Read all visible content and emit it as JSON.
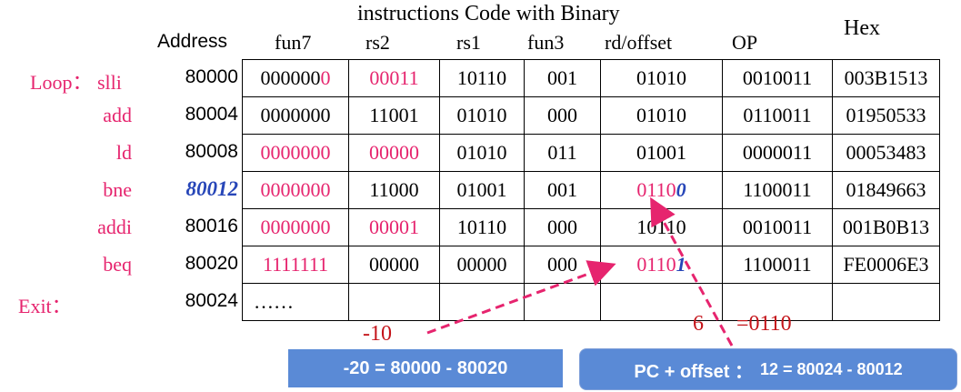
{
  "title": "instructions Code with Binary",
  "headers": {
    "address": "Address",
    "fun7": "fun7",
    "rs2": "rs2",
    "rs1": "rs1",
    "fun3": "fun3",
    "rd_offset": "rd/offset",
    "op": "OP",
    "hex": "Hex"
  },
  "rows": [
    {
      "label": "Loop： slli",
      "address": "80000",
      "fun7_a": "000000",
      "fun7_b": "0",
      "rs2": "00011",
      "rs1": "10110",
      "fun3": "001",
      "rd_a": "01010",
      "rd_b": "",
      "op": "0010011",
      "hex": "003B1513"
    },
    {
      "label": "add",
      "address": "80004",
      "fun7_a": "0000000",
      "fun7_b": "",
      "rs2": "11001",
      "rs1": "01010",
      "fun3": "000",
      "rd_a": "01010",
      "rd_b": "",
      "op": "0110011",
      "hex": "01950533"
    },
    {
      "label": "ld",
      "address": "80008",
      "fun7_a": "0000000",
      "fun7_b": "",
      "rs2": "00000",
      "rs1": "01010",
      "fun3": "011",
      "rd_a": "01001",
      "rd_b": "",
      "op": "0000011",
      "hex": "00053483"
    },
    {
      "label": "bne",
      "address": "80012",
      "fun7_a": "0000000",
      "fun7_b": "",
      "rs2": "11000",
      "rs1": "01001",
      "fun3": "001",
      "rd_a": "0110",
      "rd_b": "0",
      "op": "1100011",
      "hex": "01849663"
    },
    {
      "label": "addi",
      "address": "80016",
      "fun7_a": "0000000",
      "fun7_b": "",
      "rs2": "00001",
      "rs1": "10110",
      "fun3": "000",
      "rd_a": "10110",
      "rd_b": "",
      "op": "0010011",
      "hex": "001B0B13"
    },
    {
      "label": "beq",
      "address": "80020",
      "fun7_a": "1111111",
      "fun7_b": "",
      "rs2": "00000",
      "rs1": "00000",
      "fun3": "000",
      "rd_a": "0110",
      "rd_b": "1",
      "op": "1100011",
      "hex": "FE0006E3"
    },
    {
      "label": "Exit：",
      "address": "80024",
      "fun7_a": "……",
      "fun7_b": "",
      "rs2": "",
      "rs1": "",
      "fun3": "",
      "rd_a": "",
      "rd_b": "",
      "op": "",
      "hex": ""
    }
  ],
  "notes": {
    "minus_ten": "-10",
    "six": "6",
    "eq_bin": "=0110"
  },
  "boxes": {
    "left": "-20 = 80000 - 80020",
    "right_main": "PC + offset ：",
    "right_small": "12 = 80024 - 80012"
  },
  "colors": {
    "pink": "#e6246e",
    "blue": "#2746b8",
    "note_red": "#c4141a",
    "box_blue": "#5a8ad6",
    "arrow": "#e6246e"
  }
}
